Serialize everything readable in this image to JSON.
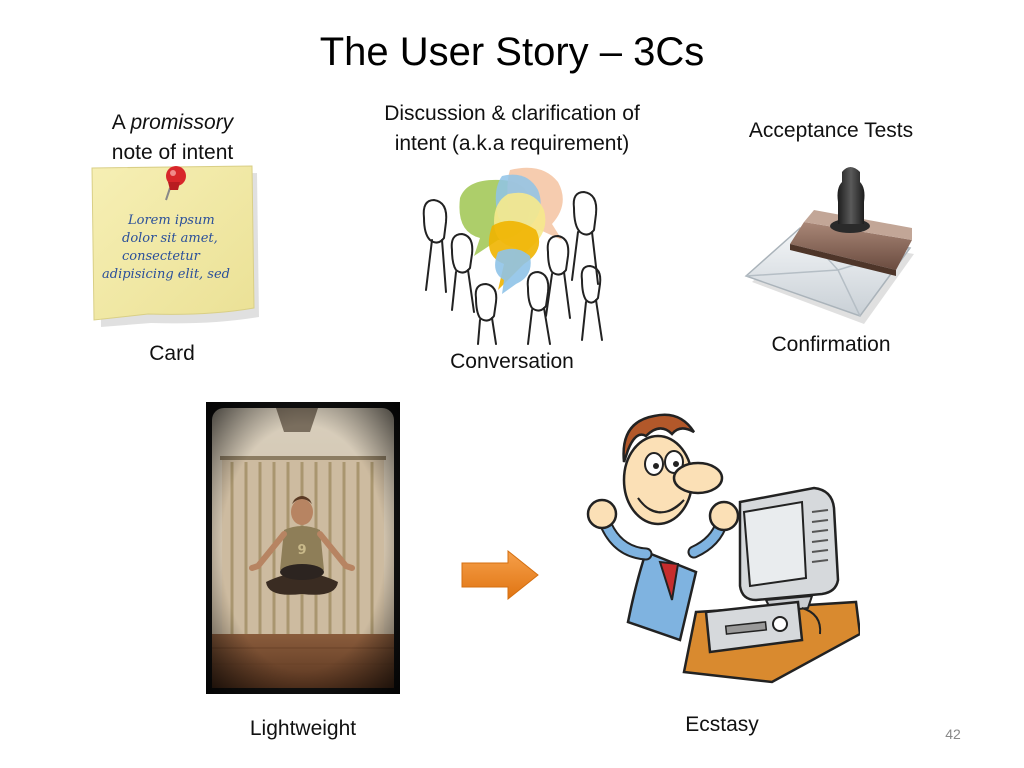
{
  "slide": {
    "title": "The User Story – 3Cs",
    "page_number": "42"
  },
  "card": {
    "caption_prefix": "A",
    "caption_emphasis": "promissory",
    "caption_line2": "note of intent",
    "note_lines": [
      "Lorem ipsum",
      "dolor sit amet,",
      "consectetur",
      "adipisicing elit, sed"
    ],
    "label": "Card"
  },
  "conversation": {
    "caption_line1": "Discussion & clarification of",
    "caption_line2": "intent (a.k.a requirement)",
    "label": "Conversation"
  },
  "confirmation": {
    "caption": "Acceptance Tests",
    "label": "Confirmation"
  },
  "bottom": {
    "left_label": "Lightweight",
    "right_label": "Ecstasy",
    "jersey_number": "9"
  },
  "colors": {
    "arrow": "#e8801c",
    "note": "#f3eba5",
    "pin": "#d8262a",
    "bubble_green": "#a4c95a",
    "bubble_orange": "#f0b400",
    "bubble_blue": "#8fc3e8",
    "bubble_peach": "#f5c7a6",
    "bubble_yellow": "#f6e98c"
  }
}
